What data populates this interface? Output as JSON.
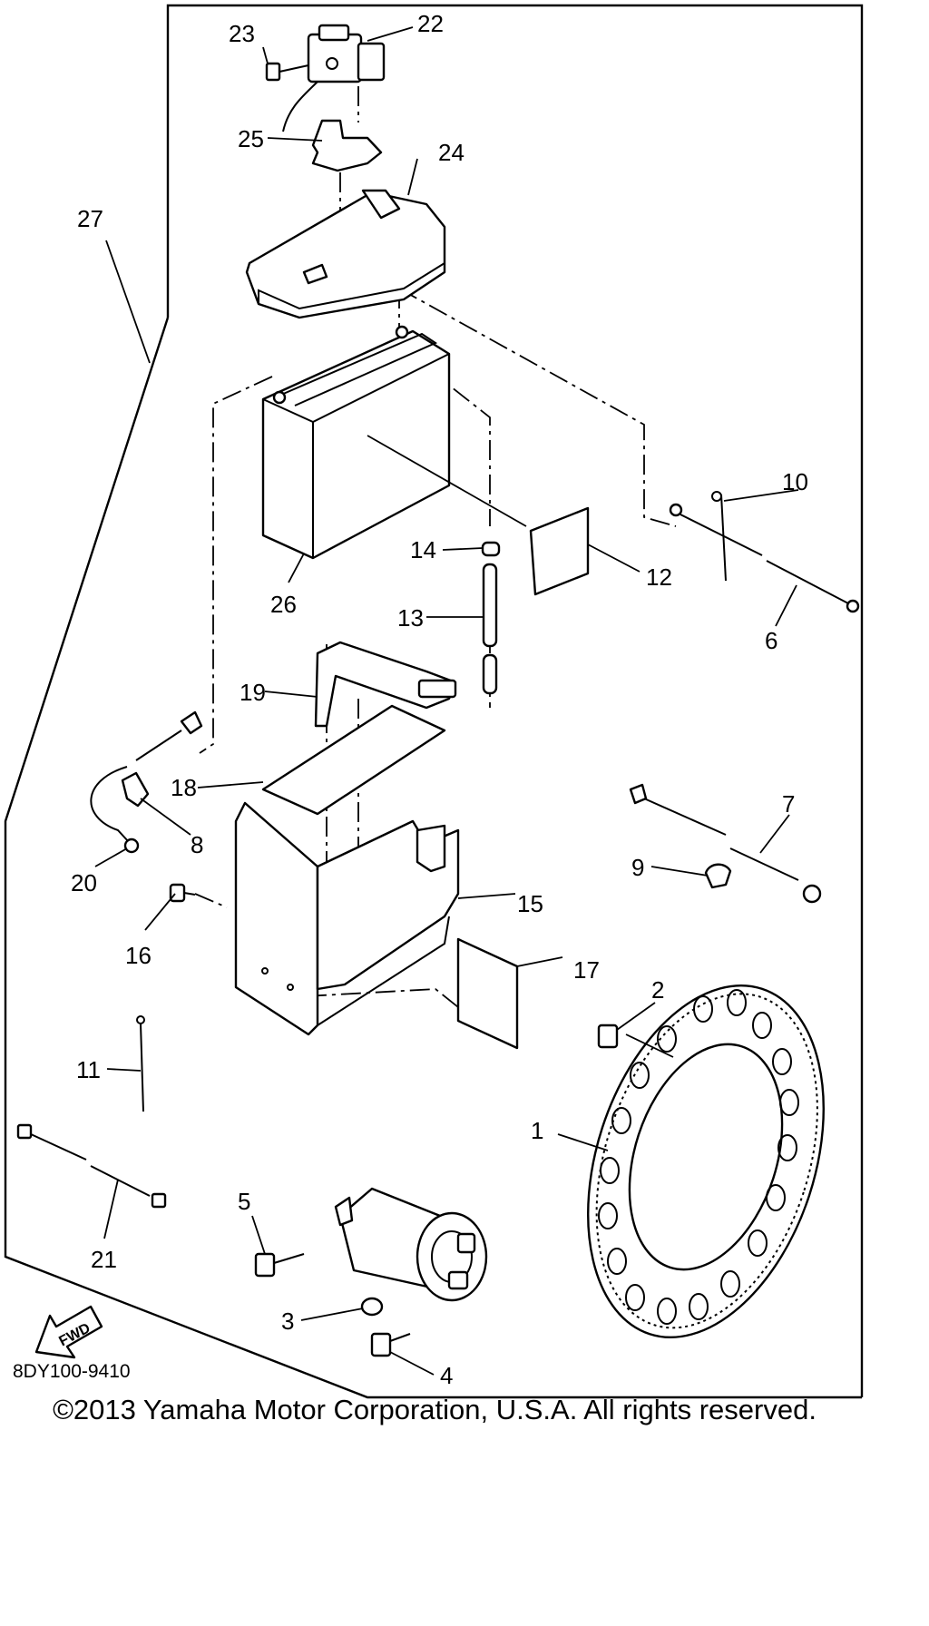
{
  "diagram": {
    "callouts": [
      "1",
      "2",
      "3",
      "4",
      "5",
      "6",
      "7",
      "8",
      "9",
      "10",
      "11",
      "12",
      "13",
      "14",
      "15",
      "16",
      "17",
      "18",
      "19",
      "20",
      "21",
      "22",
      "23",
      "24",
      "25",
      "26",
      "27"
    ],
    "fwd_label": "FWD",
    "drawing_code": "8DY100-9410"
  },
  "footer": {
    "copyright": "©2013 Yamaha Motor Corporation, U.S.A. All rights reserved."
  }
}
